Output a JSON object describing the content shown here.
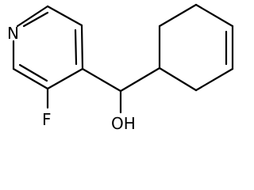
{
  "molecule": {
    "atoms": {
      "nitrogen": "N",
      "fluorine": "F",
      "hydroxyl": "OH"
    },
    "colors": {
      "bond": "#000000",
      "label": "#000000",
      "background": "#ffffff"
    }
  }
}
